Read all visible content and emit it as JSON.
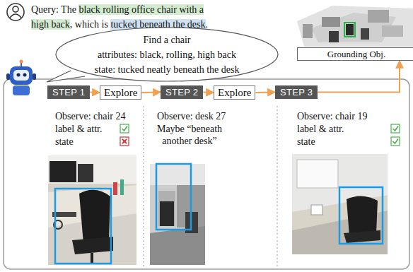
{
  "diagram": {
    "nodes": [
      {
        "text": [
          "Find a chair",
          "attributes: black, rolling, high back",
          "state: tucked neatly beneath the desk"
        ]
      },
      {
        "text": [
          "Grounding Obj."
        ]
      },
      {
        "text": [
          "STEP 1"
        ]
      },
      {
        "text": [
          "Explore"
        ]
      },
      {
        "text": [
          "STEP 2"
        ]
      },
      {
        "text": [
          "Explore"
        ]
      },
      {
        "text": [
          "STEP 3"
        ]
      }
    ],
    "edges": [
      {
        "from": 2,
        "to": 3,
        "arrow": "to"
      },
      {
        "from": 3,
        "to": 4,
        "arrow": "to"
      },
      {
        "from": 4,
        "to": 5,
        "arrow": "to"
      },
      {
        "from": 5,
        "to": 6,
        "arrow": "to"
      },
      {
        "from": 6,
        "to": 1,
        "arrow": "to"
      }
    ],
    "labels": [
      "Query: The",
      "black rolling office chair with a",
      "high back",
      ", which is",
      "tucked beneath the desk",
      ".",
      "Observe: chair 24",
      "label & attr.",
      "state",
      "Observe: desk 27",
      "Maybe “beneath another desk”",
      "Observe: chair 19",
      "label & attr.",
      "state"
    ]
  }
}
